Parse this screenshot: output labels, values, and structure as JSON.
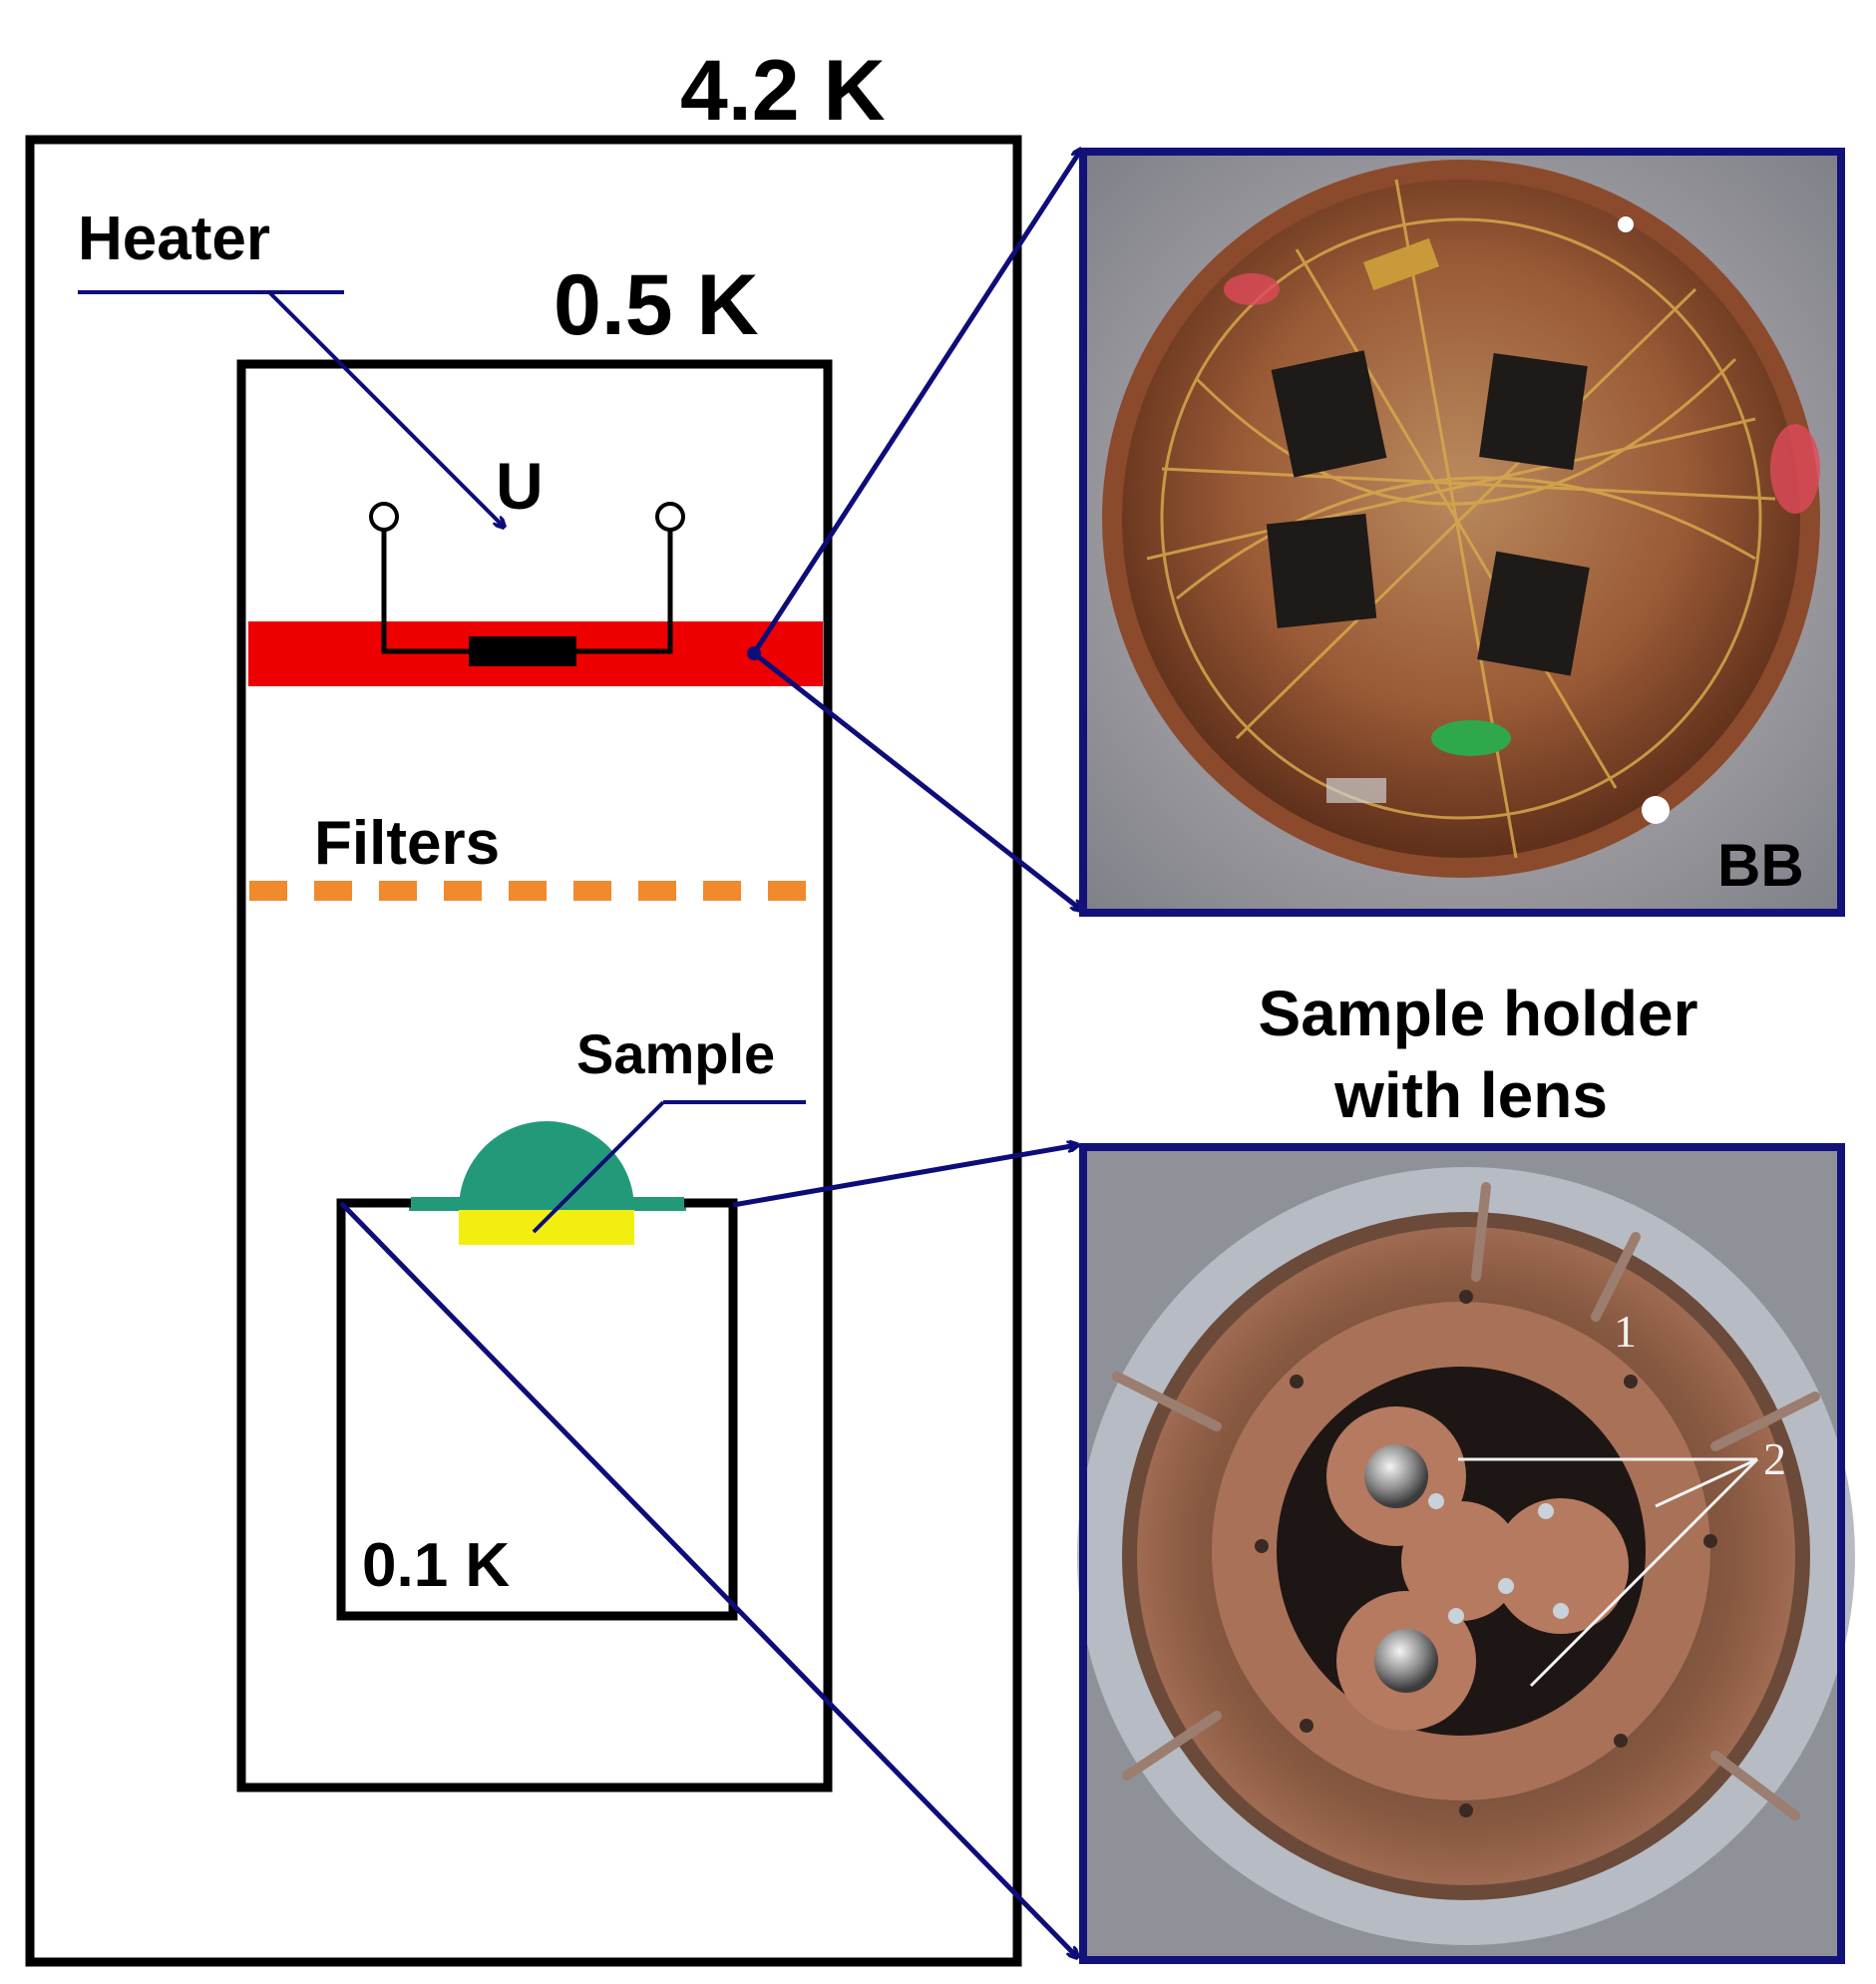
{
  "labels": {
    "temp_4k": "4.2 K",
    "temp_05k": "0.5 K",
    "temp_01k": "0.1 K",
    "heater": "Heater",
    "voltage": "U",
    "filters": "Filters",
    "sample": "Sample",
    "holder_line1": "Sample holder",
    "holder_line2": "with lens",
    "photo_bb_tag": "BB",
    "photo_holder_marker_1": "1",
    "photo_holder_marker_2": "2"
  },
  "colors": {
    "outline": "#000000",
    "arrow": "#0d0d7a",
    "photo_frame": "#12127a",
    "heater_band": "#ee0000",
    "filter_line": "#f08a2c",
    "lens": "#229a7a",
    "sample": "#f2ee10"
  },
  "icons": {
    "bb_photo": "blackbody-source-photo",
    "holder_photo": "sample-holder-photo"
  }
}
